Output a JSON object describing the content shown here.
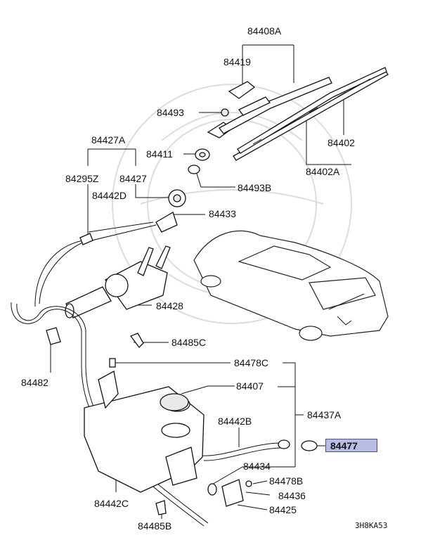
{
  "diagram": {
    "colors": {
      "highlight": "#b9bde6",
      "highlight_border": "#4a4f8a",
      "line": "#111111",
      "watermark": "#dcdcdc"
    },
    "labels": {
      "l84408A": "84408A",
      "l84419": "84419",
      "l84493": "84493",
      "l84411": "84411",
      "l84493B": "84493B",
      "l84402": "84402",
      "l84402A": "84402A",
      "l84427A": "84427A",
      "l84295Z": "84295Z",
      "l84427": "84427",
      "l84442D": "84442D",
      "l84433": "84433",
      "l84428": "84428",
      "l84485C": "84485C",
      "l84482": "84482",
      "l84478C": "84478C",
      "l84407": "84407",
      "l84437A": "84437A",
      "l84442B": "84442B",
      "l84477": "84477",
      "l84434": "84434",
      "l84478B": "84478B",
      "l84436": "84436",
      "l84425": "84425",
      "l84442C": "84442C",
      "l84485B": "84485B"
    },
    "diagram_code": "3H8KA53"
  }
}
